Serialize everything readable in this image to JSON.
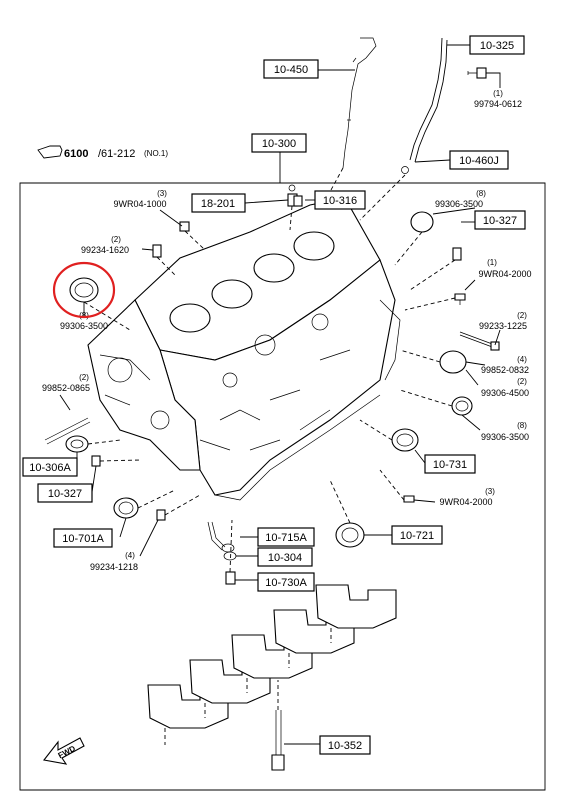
{
  "header": {
    "ref_main": "6100",
    "ref_sub": "/61-212",
    "ref_note": "(NO.1)"
  },
  "fwd_label": "FWD",
  "boxes": {
    "b10450": "10-450",
    "b10325": "10-325",
    "b10300": "10-300",
    "b10460j": "10-460J",
    "b18201": "18-201",
    "b10316": "10-316",
    "b10327r": "10-327",
    "b10306a": "10-306A",
    "b10327l": "10-327",
    "b10731": "10-731",
    "b10701a": "10-701A",
    "b10715a": "10-715A",
    "b10304": "10-304",
    "b10721": "10-721",
    "b10730a": "10-730A",
    "b10352": "10-352"
  },
  "parts": {
    "p99794": {
      "qty": "(1)",
      "pn": "99794-0612"
    },
    "p9wr1000": {
      "qty": "(3)",
      "pn": "9WR04-1000"
    },
    "p99306r": {
      "qty": "(8)",
      "pn": "99306-3500"
    },
    "p99234_1620": {
      "qty": "(2)",
      "pn": "99234-1620"
    },
    "p9wr2000a": {
      "qty": "(1)",
      "pn": "9WR04-2000"
    },
    "p99306l": {
      "qty": "(8)",
      "pn": "99306-3500"
    },
    "p99233": {
      "qty": "(2)",
      "pn": "99233-1225"
    },
    "p99852r": {
      "qty": "(4)",
      "pn": "99852-0832"
    },
    "p99852l": {
      "qty": "(2)",
      "pn": "99852-0865"
    },
    "p99306_4500": {
      "qty": "(2)",
      "pn": "99306-4500"
    },
    "p99306r2": {
      "qty": "(8)",
      "pn": "99306-3500"
    },
    "p9wr2000b": {
      "qty": "(3)",
      "pn": "9WR04-2000"
    },
    "p99234_1218": {
      "qty": "(4)",
      "pn": "99234-1218"
    }
  },
  "highlight_color": "#e02020"
}
